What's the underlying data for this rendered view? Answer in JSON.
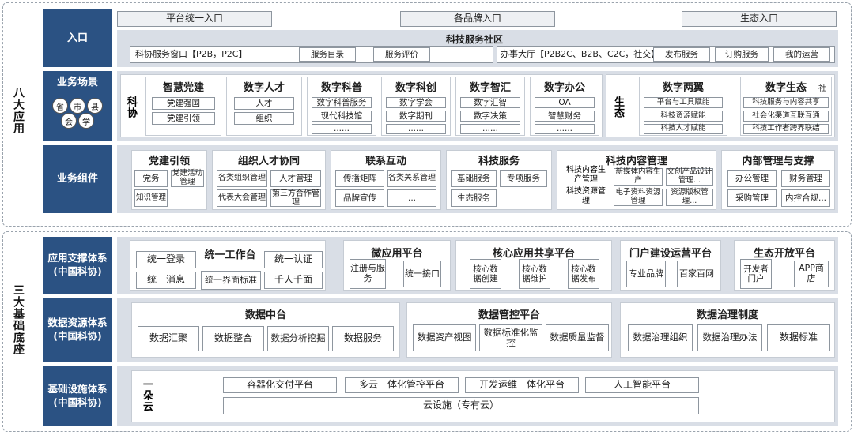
{
  "sections": {
    "top": "八大应用",
    "bottom": "三大基础底座"
  },
  "entry": {
    "label": "入口",
    "tabs": [
      "平台统一入口",
      "各品牌入口",
      "生态入口"
    ],
    "community": "科技服务社区",
    "window": "科协服务窗口【P2B，P2C】",
    "dir": "服务目录",
    "eval": "服务评价",
    "hall": "办事大厅【P2B2C、B2B、C2C，社交】",
    "publish": "发布服务",
    "order": "订购服务",
    "mine": "我的运营"
  },
  "scene": {
    "label": "业务场景",
    "circles": [
      "省",
      "市",
      "县",
      "会",
      "学"
    ],
    "kexie": "科协",
    "shengtai": "生态",
    "groups": [
      {
        "title": "智慧党建",
        "items": [
          "党建强国",
          "党建引领"
        ]
      },
      {
        "title": "数字人才",
        "items": [
          "人才",
          "组织"
        ]
      },
      {
        "title": "数字科普",
        "items": [
          "数字科普服务",
          "现代科技馆",
          "......"
        ]
      },
      {
        "title": "数字科创",
        "items": [
          "数字学会",
          "数字期刊",
          "......"
        ]
      },
      {
        "title": "数字智汇",
        "items": [
          "数字汇智",
          "数字决策",
          "......"
        ]
      },
      {
        "title": "数字办公",
        "items": [
          "OA",
          "智慧财务",
          "......"
        ]
      }
    ],
    "eco": [
      {
        "title": "数字两翼",
        "items": [
          "平台与工具赋能",
          "科技资源赋能",
          "科技人才赋能"
        ]
      },
      {
        "title": "数字生态",
        "items": [
          "科技服务与内容共享",
          "社会化渠道互联互通",
          "科技工作者跨界联结"
        ],
        "extra": "社"
      }
    ]
  },
  "comp": {
    "label": "业务组件",
    "groups": [
      {
        "title": "党建引领",
        "items": [
          "党务",
          "党建活动管理",
          "知识管理"
        ]
      },
      {
        "title": "组织人才协同",
        "items": [
          "各类组织管理",
          "人才管理",
          "代表大会管理",
          "第三方合作管理"
        ]
      },
      {
        "title": "联系互动",
        "items": [
          "传播矩阵",
          "各类关系管理",
          "品牌宣传",
          "..."
        ]
      },
      {
        "title": "科技服务",
        "items": [
          "基础服务",
          "专项服务",
          "生态服务"
        ]
      },
      {
        "title": "科技内容管理",
        "items": [
          "科技内容生产管理",
          "新媒体内容生产",
          "文创产品设计管理...",
          "科技资源管理",
          "电子资料资源管理",
          "资源版权管理..."
        ]
      },
      {
        "title": "内部管理与支撑",
        "items": [
          "办公管理",
          "财务管理",
          "采购管理",
          "内控合规..."
        ]
      }
    ]
  },
  "app": {
    "label": "应用支撑体系\n(中国科协)",
    "workbench": {
      "title": "统一工作台",
      "items": [
        "统一登录",
        "统一认证",
        "统一消息",
        "统一界面标准",
        "千人千面"
      ]
    },
    "micro": {
      "title": "微应用平台",
      "items": [
        "注册与服务",
        "统一接口"
      ]
    },
    "core": {
      "title": "核心应用共享平台",
      "items": [
        "核心数据创建",
        "核心数据维护",
        "核心数据发布"
      ]
    },
    "portal": {
      "title": "门户建设运营平台",
      "items": [
        "专业品牌",
        "百家百网"
      ]
    },
    "open": {
      "title": "生态开放平台",
      "items": [
        "开发者门户",
        "APP商店"
      ]
    }
  },
  "data": {
    "label": "数据资源体系\n(中国科协)",
    "zhongtai": {
      "title": "数据中台",
      "items": [
        "数据汇聚",
        "数据整合",
        "数据分析挖掘",
        "数据服务"
      ]
    },
    "control": {
      "title": "数据管控平台",
      "items": [
        "数据资产视图",
        "数据标准化监控",
        "数据质量监督"
      ]
    },
    "gov": {
      "title": "数据治理制度",
      "items": [
        "数据治理组织",
        "数据治理办法",
        "数据标准"
      ]
    }
  },
  "infra": {
    "label": "基础设施体系\n(中国科协)",
    "cloud": "一朵云",
    "items": [
      "容器化交付平台",
      "多云一体化管控平台",
      "开发运维一体化平台",
      "人工智能平台"
    ],
    "base": "云设施（专有云）"
  }
}
